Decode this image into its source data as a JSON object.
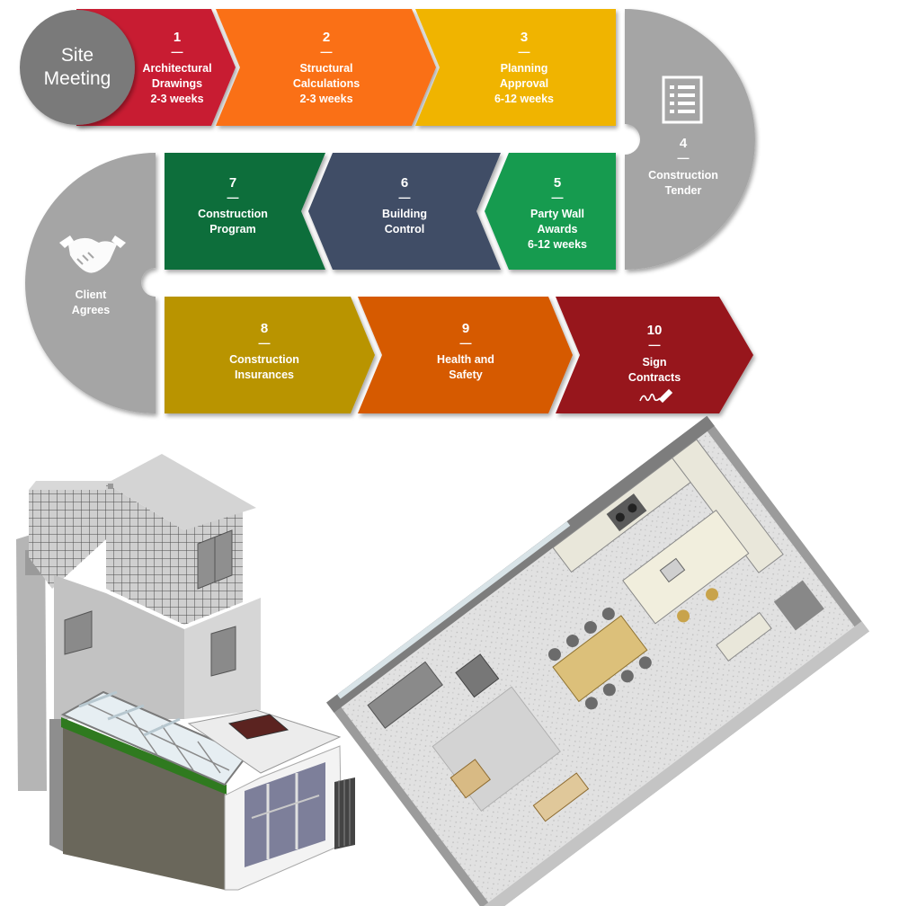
{
  "start": {
    "label_line1": "Site",
    "label_line2": "Meeting"
  },
  "steps": [
    {
      "num": "1",
      "line1": "Architectural",
      "line2": "Drawings",
      "line3": "2-3 weeks",
      "color": "#C81E32"
    },
    {
      "num": "2",
      "line1": "Structural",
      "line2": "Calculations",
      "line3": "2-3 weeks",
      "color": "#FA7014"
    },
    {
      "num": "3",
      "line1": "Planning",
      "line2": "Approval",
      "line3": "6-12 weeks",
      "color": "#F0B400"
    },
    {
      "num": "4",
      "line1": "Construction",
      "line2": "Tender",
      "color": "#A5A5A5"
    },
    {
      "num": "5",
      "line1": "Party Wall",
      "line2": "Awards",
      "line3": "6-12 weeks",
      "color": "#129B50"
    },
    {
      "num": "6",
      "line1": "Building",
      "line2": "Control",
      "color": "#3F4E66"
    },
    {
      "num": "7",
      "line1": "Construction",
      "line2": "Program",
      "color": "#0D6E3A"
    },
    {
      "num": "8",
      "line1": "Construction",
      "line2": "Insurances",
      "color": "#B99400"
    },
    {
      "num": "9",
      "line1": "Health and",
      "line2": "Safety",
      "color": "#D65A00"
    },
    {
      "num": "10",
      "line1": "Sign",
      "line2": "Contracts",
      "color": "#97141E"
    }
  ],
  "client": {
    "line1": "Client",
    "line2": "Agrees",
    "color": "#A5A5A5"
  },
  "dash": "—"
}
